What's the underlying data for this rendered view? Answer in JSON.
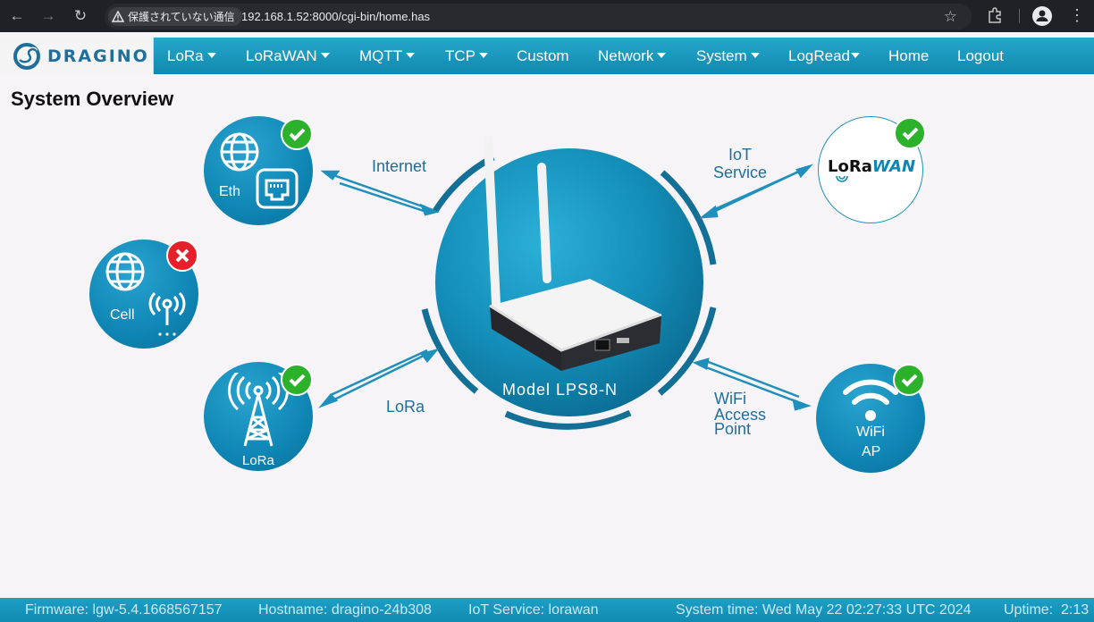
{
  "browser": {
    "security_label": "保護されていない通信",
    "url": "192.168.1.52:8000/cgi-bin/home.has"
  },
  "brand": {
    "logo_text": "DRAGINO"
  },
  "nav": {
    "lora": "LoRa",
    "lorawan": "LoRaWAN",
    "mqtt": "MQTT",
    "tcp": "TCP",
    "custom": "Custom",
    "network": "Network",
    "system": "System",
    "logread": "LogRead",
    "home": "Home",
    "logout": "Logout"
  },
  "page": {
    "title": "System Overview"
  },
  "diagram": {
    "device_label": "Model LPS8-N",
    "eth": {
      "label": "Eth",
      "status": "ok"
    },
    "cell": {
      "label": "Cell",
      "status": "error"
    },
    "lora": {
      "label": "LoRa",
      "status": "ok"
    },
    "lorawan": {
      "label_a": "LoRa",
      "label_b": "WAN",
      "status": "ok"
    },
    "wifi": {
      "label_line1": "WiFi",
      "label_line2": "AP",
      "status": "ok"
    },
    "arrow_internet": "Internet",
    "arrow_lora": "LoRa",
    "arrow_iot_line1": "IoT",
    "arrow_iot_line2": "Service",
    "arrow_wifi_line1": "WiFi",
    "arrow_wifi_line2": "Access",
    "arrow_wifi_line3": "Point"
  },
  "footer": {
    "firmware": "Firmware: lgw-5.4.1668567157",
    "hostname": "Hostname: dragino-24b308",
    "iot_service": "IoT Service: lorawan",
    "system_time": "System time: Wed May 22 02:27:33 UTC 2024",
    "uptime": "Uptime:  2:13"
  },
  "colors": {
    "nav_bg": "#1a9cc4",
    "accent": "#1f6f9a",
    "ok": "#2cb12a",
    "error": "#e5202a"
  }
}
